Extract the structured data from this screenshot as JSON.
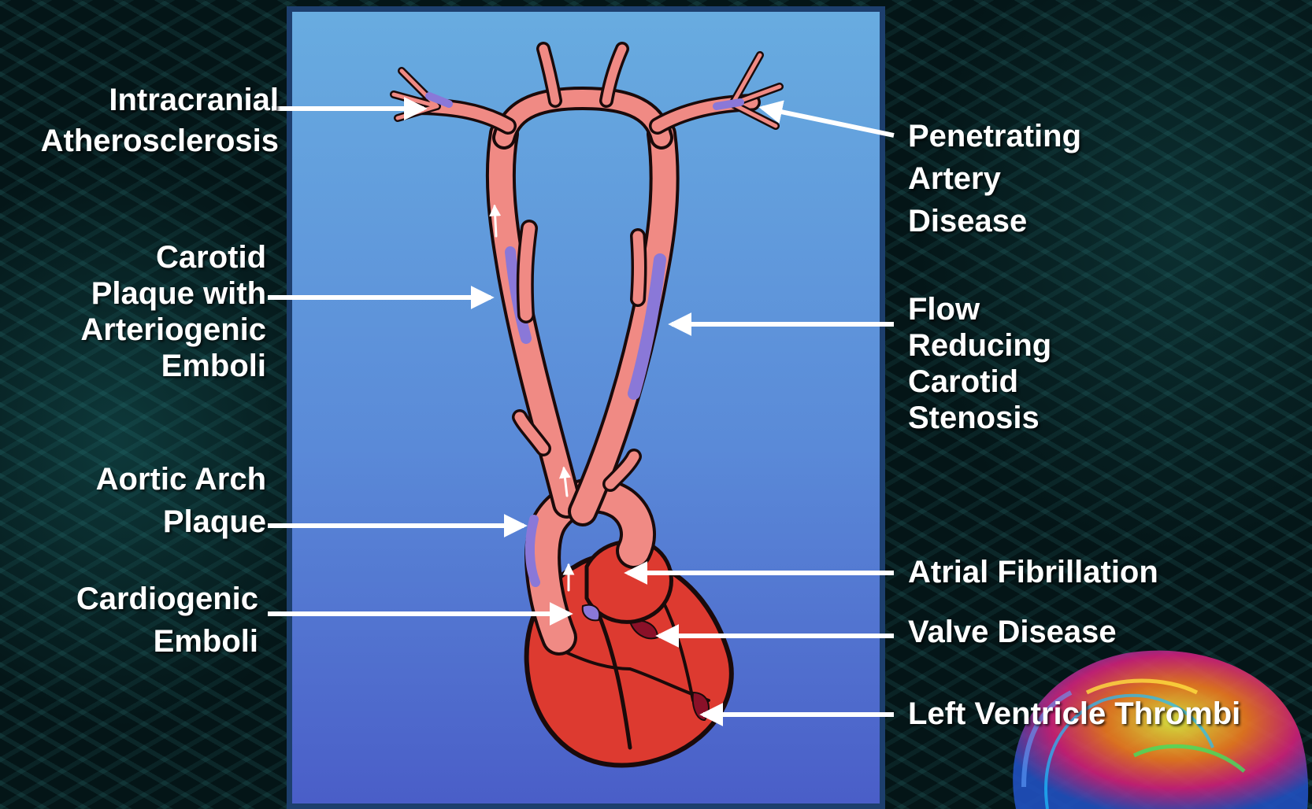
{
  "labels": {
    "intracranial": [
      "Intracranial",
      "Atherosclerosis"
    ],
    "carotid_plaque": [
      "Carotid",
      "Plaque with",
      "Arteriogenic",
      "Emboli"
    ],
    "aortic_arch": [
      "Aortic Arch",
      "Plaque"
    ],
    "cardiogenic": [
      "Cardiogenic",
      "Emboli"
    ],
    "penetrating": [
      "Penetrating",
      "Artery",
      "Disease"
    ],
    "flow_reducing": [
      "Flow",
      "Reducing",
      "Carotid",
      "Stenosis"
    ],
    "atrial_fib": "Atrial Fibrillation",
    "valve": "Valve Disease",
    "lv_thrombi": "Left Ventricle Thrombi"
  },
  "colors": {
    "vessel": "#f08a84",
    "vessel_outline": "#1a0a0a",
    "plaque": "#8a78d8",
    "heart": "#dd3a30",
    "thrombus": "#8a1028"
  },
  "illustration": "heart-and-cerebral-arteries",
  "decoration": "brain-graphic"
}
